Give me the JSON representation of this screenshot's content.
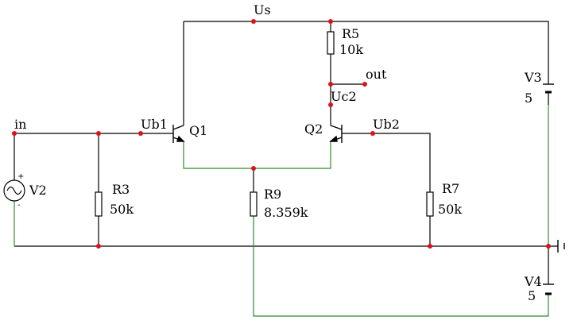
{
  "colors": {
    "wire": "#000000",
    "ground_net": "#2e8b2e",
    "node": "#e0101a",
    "background": "#ffffff"
  },
  "nets": {
    "us": "Us",
    "out": "out",
    "uc2": "Uc2",
    "in": "in",
    "ub1": "Ub1",
    "ub2": "Ub2"
  },
  "components": {
    "r5": {
      "name": "R5",
      "value": "10k"
    },
    "r3": {
      "name": "R3",
      "value": "50k"
    },
    "r9": {
      "name": "R9",
      "value": "8.359k"
    },
    "r7": {
      "name": "R7",
      "value": "50k"
    },
    "q1": {
      "name": "Q1"
    },
    "q2": {
      "name": "Q2"
    },
    "v2": {
      "name": "V2",
      "plus": "+",
      "minus": "-"
    },
    "v3": {
      "name": "V3",
      "value": "5"
    },
    "v4": {
      "name": "V4",
      "value": "5"
    }
  }
}
